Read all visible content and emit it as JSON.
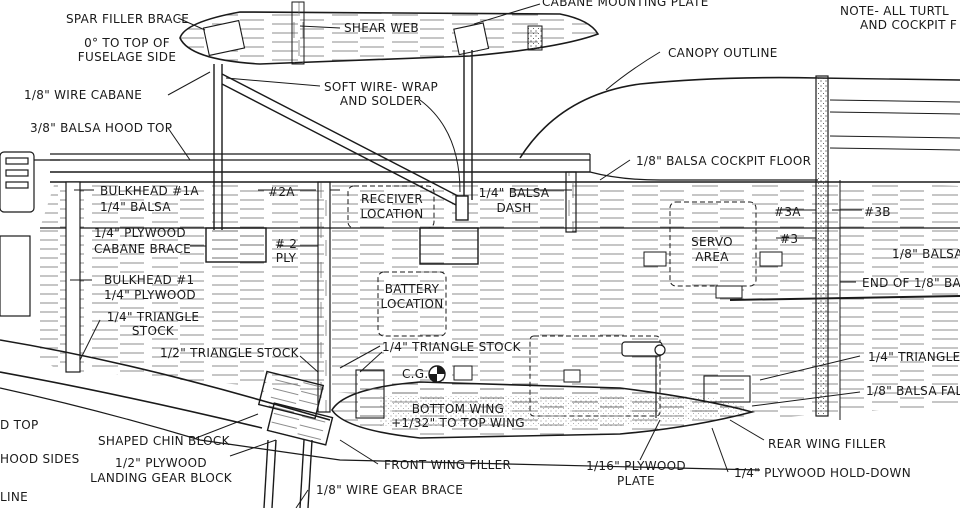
{
  "labels": {
    "spar_filler_brace": "SPAR FILLER BRACE",
    "zero_deg_line1": "0° TO TOP OF",
    "zero_deg_line2": "FUSELAGE SIDE",
    "shear_web": "SHEAR WEB",
    "cabane_mounting_plate": "CABANE MOUNTING PLATE",
    "note_line1": "NOTE- ALL TURTL",
    "note_line2": "AND COCKPIT F",
    "canopy_outline": "CANOPY OUTLINE",
    "wire_cabane": "1/8\" WIRE CABANE",
    "soft_wire_line1": "SOFT WIRE- WRAP",
    "soft_wire_line2": "AND SOLDER",
    "balsa_hood_top": "3/8\" BALSA HOOD TOP",
    "balsa_cockpit_floor": "1/8\" BALSA COCKPIT FLOOR",
    "bulkhead_1a_line1": "BULKHEAD #1A",
    "bulkhead_1a_line2": "1/4\" BALSA",
    "bulkhead_2a": "#2A",
    "receiver_line1": "RECEIVER",
    "receiver_line2": "LOCATION",
    "balsa_dash_line1": "1/4\" BALSA",
    "balsa_dash_line2": "DASH",
    "bulkhead_3a": "#3A",
    "bulkhead_3b": "#3B",
    "plywood_cabane_line1": "1/4\" PLYWOOD",
    "plywood_cabane_line2": "CABANE BRACE",
    "bulkhead_2_line1": "# 2",
    "bulkhead_2_line2": "PLY",
    "servo_line1": "SERVO",
    "servo_line2": "AREA",
    "bulkhead_3": "#3",
    "balsa_right": "1/8\" BALSA",
    "bulkhead_1_line1": "BULKHEAD #1",
    "bulkhead_1_line2": "1/4\" PLYWOOD",
    "battery_line1": "BATTERY",
    "battery_line2": "LOCATION",
    "end_of_balsa": "END OF 1/8\" BA",
    "triangle_stock_line1": "1/4\" TRIANGLE",
    "triangle_stock_line2": "STOCK",
    "half_triangle_stock": "1/2\" TRIANGLE STOCK",
    "quarter_triangle_stock": "1/4\" TRIANGLE STOCK",
    "quarter_triangle_right": "1/4\" TRIANGLE",
    "cg": "C.G.",
    "balsa_fal": "1/8\" BALSA FAL",
    "bottom_wing_line1": "BOTTOM WING",
    "bottom_wing_line2": "+1/32\" TO TOP WING",
    "hood_top": "D TOP",
    "shaped_chin_block": "SHAPED CHIN BLOCK",
    "rear_wing_filler": "REAR WING FILLER",
    "hood_sides": "HOOD SIDES",
    "plywood_gear_line1": "1/2\" PLYWOOD",
    "plywood_gear_line2": "LANDING GEAR BLOCK",
    "front_wing_filler": "FRONT WING FILLER",
    "ply_plate_line1": "1/16\" PLYWOOD",
    "ply_plate_line2": "PLATE",
    "hold_down": "1/4\" PLYWOOD HOLD-DOWN",
    "wire_gear_brace": "1/8\" WIRE GEAR BRACE",
    "line_fragment": "LINE"
  },
  "colors": {
    "ink": "#1a1a1a",
    "paper": "#ffffff",
    "grain": "#555555"
  }
}
